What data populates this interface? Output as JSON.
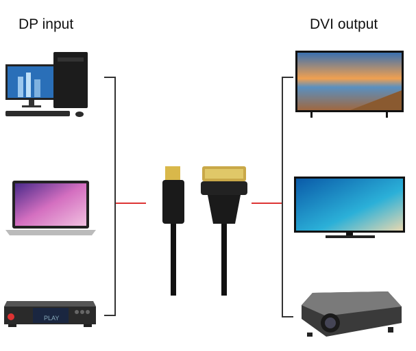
{
  "header": {
    "input_label": "DP input",
    "output_label": "DVI output"
  },
  "devices": {
    "inputs": [
      {
        "name": "desktop-pc"
      },
      {
        "name": "laptop"
      },
      {
        "name": "media-player",
        "display_text": "PLAY"
      }
    ],
    "outputs": [
      {
        "name": "tv-sunset"
      },
      {
        "name": "tv-beach"
      },
      {
        "name": "projector"
      }
    ]
  },
  "colors": {
    "connector_line": "#dd3333",
    "bracket": "#333333"
  }
}
